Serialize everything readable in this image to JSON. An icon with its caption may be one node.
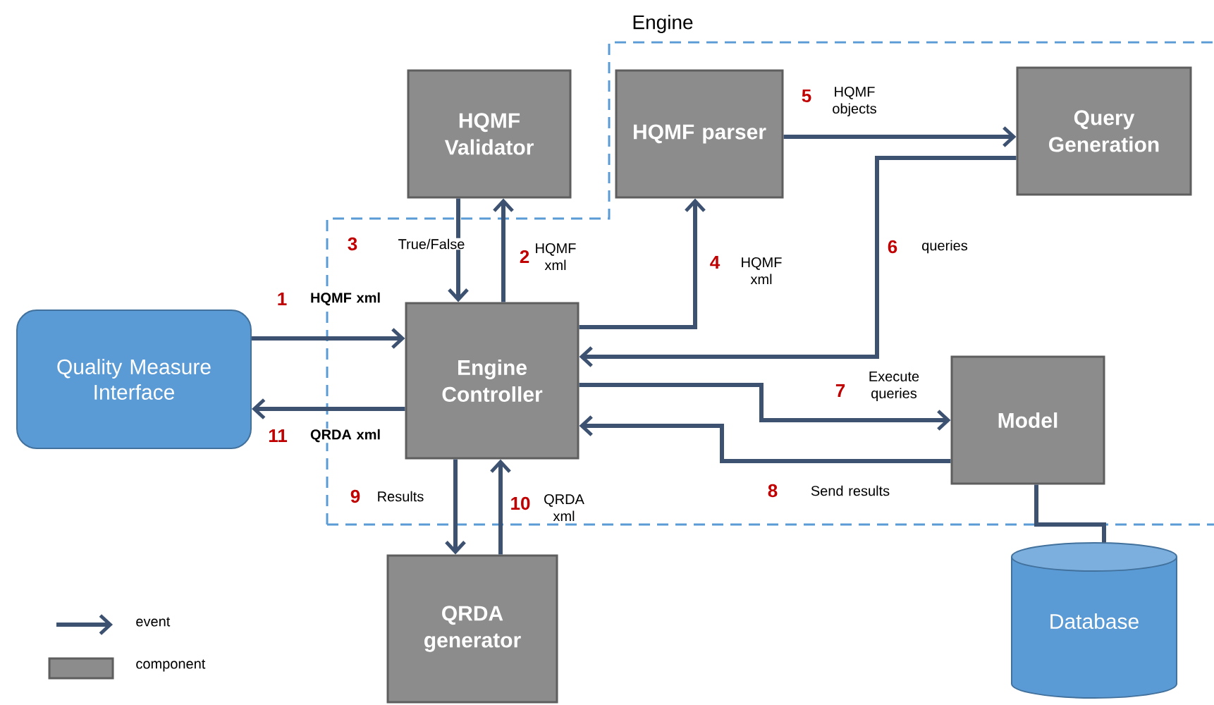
{
  "diagram": {
    "nodes": [
      {
        "text": [
          "Quality Measure Interface"
        ]
      },
      {
        "text": [
          "HQMF Validator"
        ]
      },
      {
        "text": [
          "HQMF parser"
        ]
      },
      {
        "text": [
          "Query Generation"
        ]
      },
      {
        "text": [
          "Engine Controller"
        ]
      },
      {
        "text": [
          "Model"
        ]
      },
      {
        "text": [
          "QRDA generator"
        ]
      },
      {
        "text": [
          "Database"
        ]
      }
    ],
    "edges": [
      {
        "from": 0,
        "to": 4,
        "arrow": "to",
        "label": "HQMF xml"
      },
      {
        "from": 4,
        "to": 1,
        "arrow": "to",
        "label": "HQMF xml"
      },
      {
        "from": 1,
        "to": 4,
        "arrow": "to",
        "label": "True/False"
      },
      {
        "from": 4,
        "to": 2,
        "arrow": "to",
        "label": "HQMF xml"
      },
      {
        "from": 2,
        "to": 3,
        "arrow": "to",
        "label": "HQMF objects"
      },
      {
        "from": 3,
        "to": 4,
        "arrow": "to",
        "label": "queries"
      },
      {
        "from": 4,
        "to": 5,
        "arrow": "to",
        "label": "Execute queries"
      },
      {
        "from": 5,
        "to": 4,
        "arrow": "to",
        "label": "Send results"
      },
      {
        "from": 4,
        "to": 6,
        "arrow": "to",
        "label": "Results"
      },
      {
        "from": 6,
        "to": 4,
        "arrow": "to",
        "label": "QRDA xml"
      },
      {
        "from": 4,
        "to": 0,
        "arrow": "to",
        "label": "QRDA xml"
      },
      {
        "from": 5,
        "to": 7,
        "arrow": "none"
      }
    ],
    "labels": [
      "Engine",
      "1",
      "2",
      "3",
      "4",
      "5",
      "6",
      "7",
      "8",
      "9",
      "10",
      "11"
    ],
    "legend": [
      {
        "text": "event"
      },
      {
        "text": "component",
        "color": "#8c8c8c"
      }
    ]
  }
}
